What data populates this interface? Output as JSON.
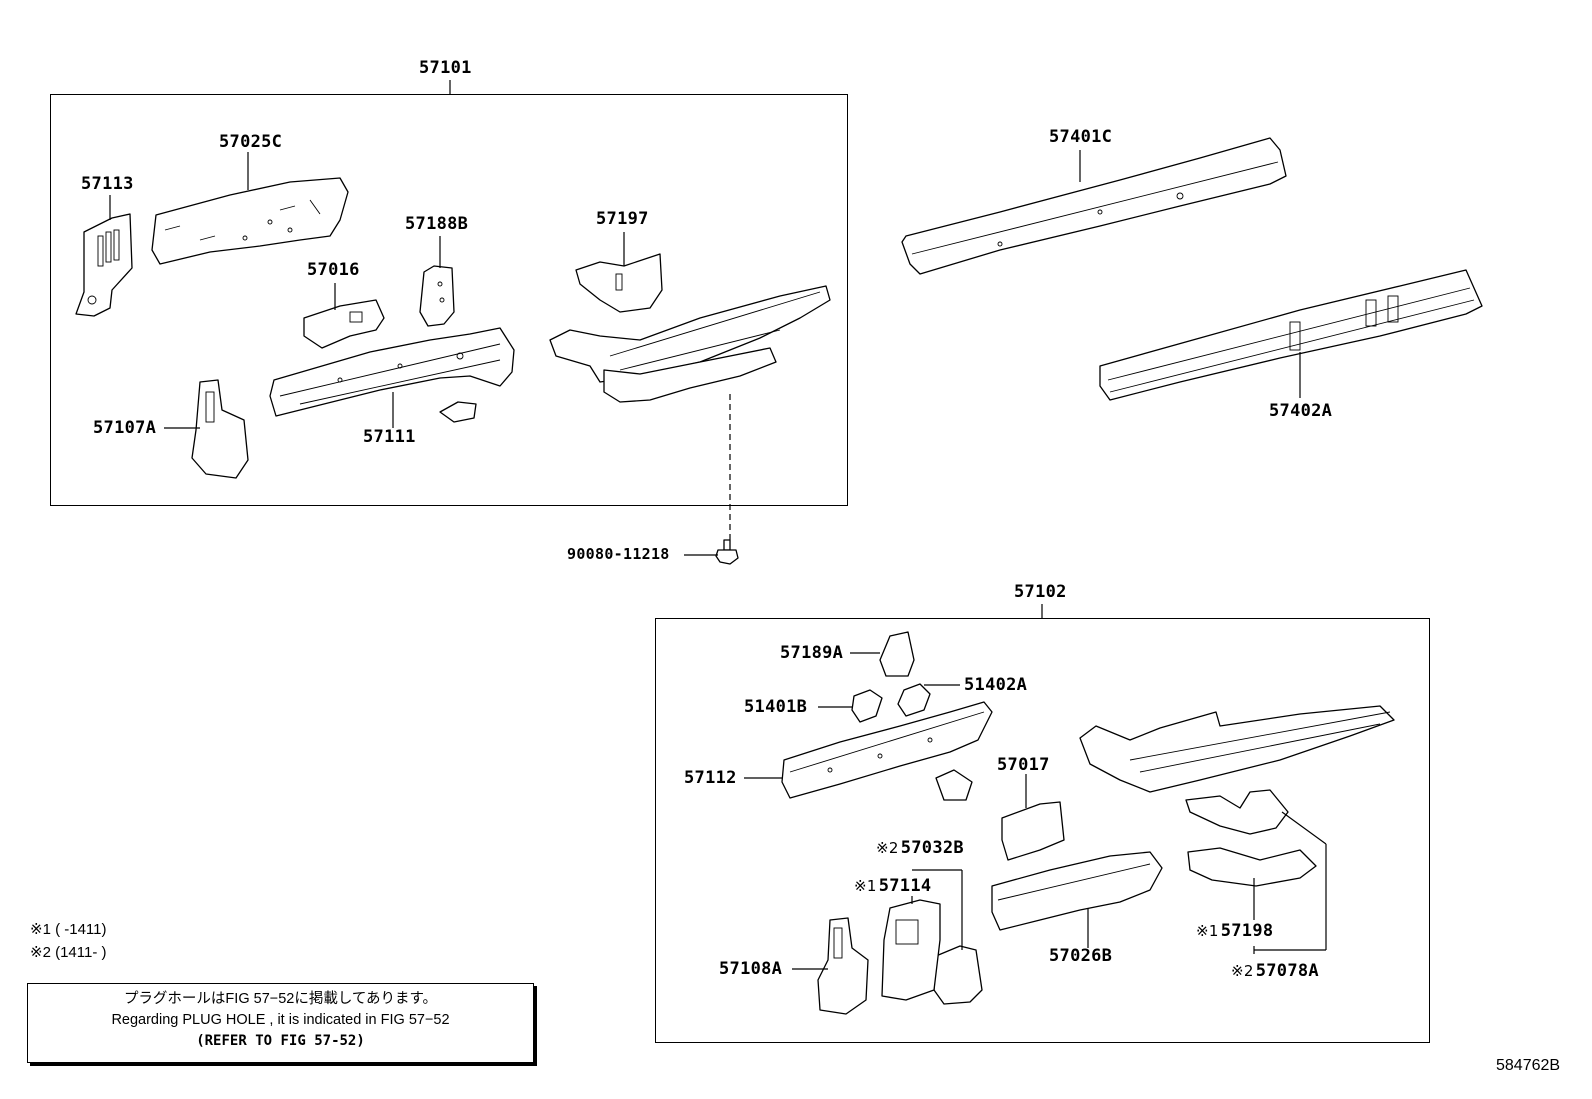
{
  "groups": {
    "top_assembly": "57101",
    "bottom_assembly": "57102"
  },
  "parts": {
    "p57025C": "57025C",
    "p57113": "57113",
    "p57188B": "57188B",
    "p57197": "57197",
    "p57016": "57016",
    "p57107A": "57107A",
    "p57111": "57111",
    "p57401C": "57401C",
    "p57402A": "57402A",
    "p90080": "90080-11218",
    "p57189A": "57189A",
    "p51402A": "51402A",
    "p51401B": "51401B",
    "p57112": "57112",
    "p57017": "57017",
    "p57032B": "57032B",
    "p57114": "57114",
    "p57108A": "57108A",
    "p57026B": "57026B",
    "p57198": "57198",
    "p57078A": "57078A"
  },
  "marks": {
    "m1": "※1",
    "m2": "※2"
  },
  "legend": {
    "line1": "※1 (       -1411)",
    "line2": "※2 (1411-       )"
  },
  "note": {
    "japanese": "プラグホールはFIG 57−52に掲載してあります。",
    "english": "Regarding PLUG HOLE , it is indicated in FIG 57−52",
    "refer": "(REFER TO FIG 57-52)"
  },
  "figure_id": "584762B"
}
